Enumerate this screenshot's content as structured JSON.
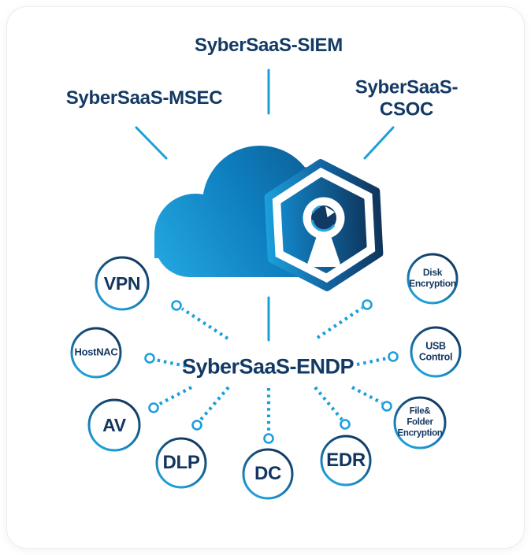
{
  "diagram_title_nodes": {
    "siem": "SyberSaaS-SIEM",
    "msec": "SyberSaaS-MSEC",
    "csoc": "SyberSaaS-CSOC",
    "endp": "SyberSaaS-ENDP"
  },
  "modules": [
    {
      "id": "vpn",
      "label": "VPN"
    },
    {
      "id": "hostnac",
      "label": "HostNAC"
    },
    {
      "id": "av",
      "label": "AV"
    },
    {
      "id": "dlp",
      "label": "DLP"
    },
    {
      "id": "dc",
      "label": "DC"
    },
    {
      "id": "edr",
      "label": "EDR"
    },
    {
      "id": "disk-encryption",
      "label": "Disk\nEncryption"
    },
    {
      "id": "usb-control",
      "label": "USB\nControl"
    },
    {
      "id": "file-folder-encryption",
      "label": "File&\nFolder\nEncryption"
    }
  ],
  "icons": {
    "cloud": "cloud-icon",
    "shield": "hexagon-shield-icon",
    "keyhole": "keyhole-icon",
    "ball": "globe-ball-icon"
  },
  "colors": {
    "navy_text": "#133a64",
    "accent_blue": "#1b9fdb",
    "cloud_light": "#24a9e2",
    "cloud_dark": "#0b507f",
    "hex_dark": "#0f3357"
  }
}
